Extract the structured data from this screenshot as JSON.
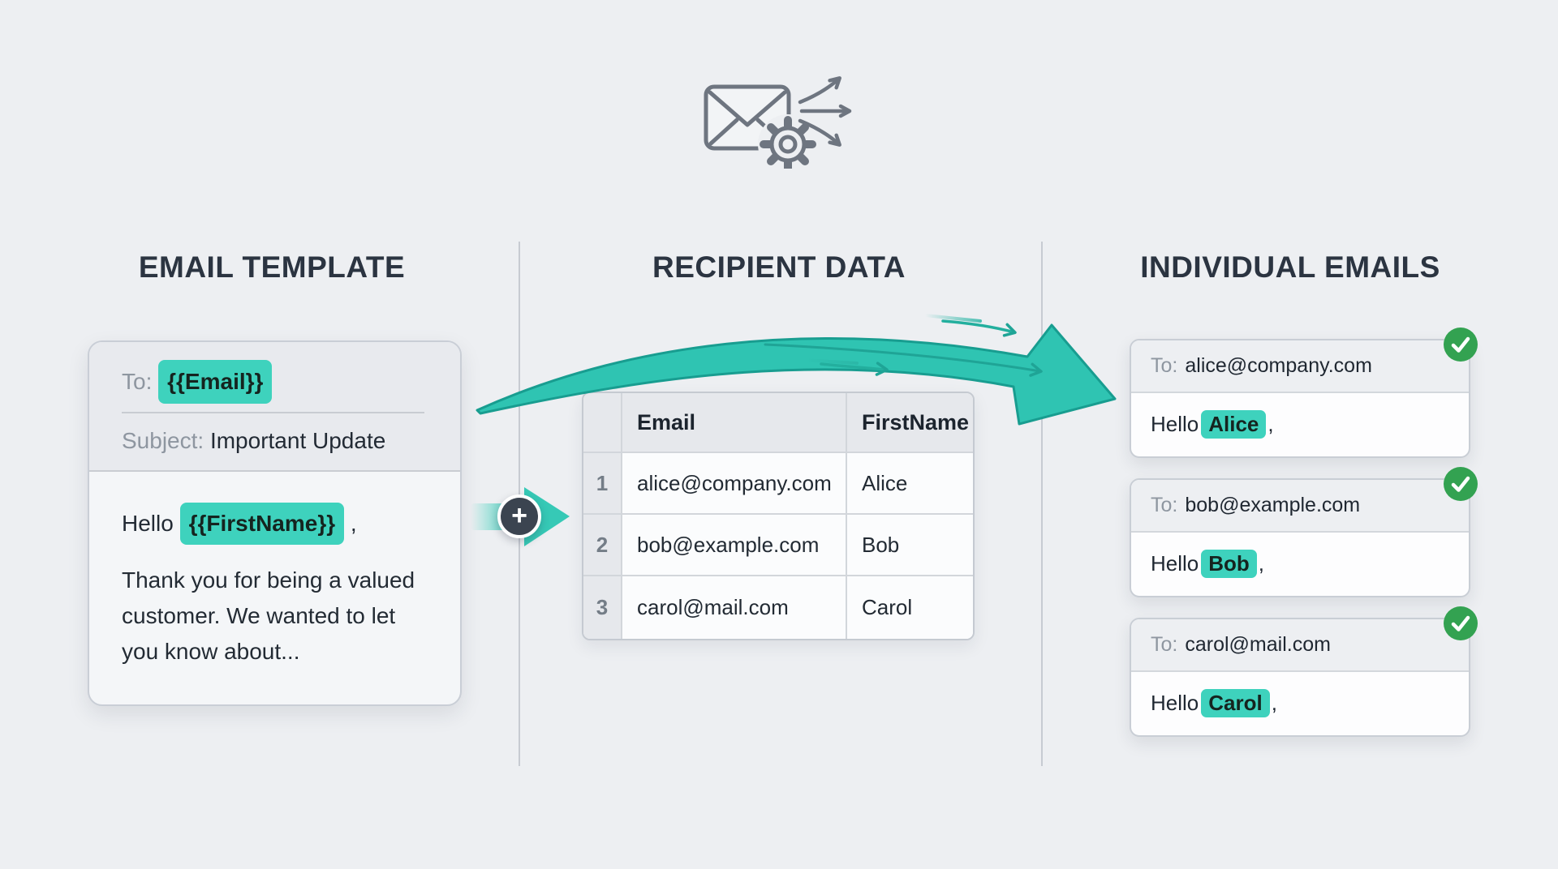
{
  "palette": {
    "background": "#edeff2",
    "accent_teal": "#3ed2bd",
    "arrow_teal": "#2fc4b2",
    "success_green": "#33a251",
    "heading_color": "#2b3441"
  },
  "sections": {
    "template": {
      "title": "EMAIL TEMPLATE",
      "card": {
        "to_label": "To:",
        "to_value": "{{Email}}",
        "subject_label": "Subject:",
        "subject_value": "Important Update",
        "greeting_prefix": "Hello ",
        "greeting_variable": "{{FirstName}}",
        "greeting_suffix": " ,",
        "body_text": "Thank you for being a valued customer. We wanted to let you know about..."
      }
    },
    "recipients": {
      "title": "RECIPIENT DATA",
      "table": {
        "columns": [
          "Email",
          "FirstName"
        ],
        "rows": [
          {
            "num": "1",
            "email": "alice@company.com",
            "first_name": "Alice"
          },
          {
            "num": "2",
            "email": "bob@example.com",
            "first_name": "Bob"
          },
          {
            "num": "3",
            "email": "carol@mail.com",
            "first_name": "Carol"
          }
        ]
      }
    },
    "individual": {
      "title": "INDIVIDUAL EMAILS",
      "cards": [
        {
          "to_label": "To:",
          "to_value": "alice@company.com",
          "greeting_prefix": "Hello",
          "name": "Alice",
          "greeting_suffix": ","
        },
        {
          "to_label": "To:",
          "to_value": "bob@example.com",
          "greeting_prefix": "Hello",
          "name": "Bob",
          "greeting_suffix": ","
        },
        {
          "to_label": "To:",
          "to_value": "carol@mail.com",
          "greeting_prefix": "Hello",
          "name": "Carol",
          "greeting_suffix": ","
        }
      ]
    }
  },
  "connector": {
    "plus_symbol": "+"
  }
}
